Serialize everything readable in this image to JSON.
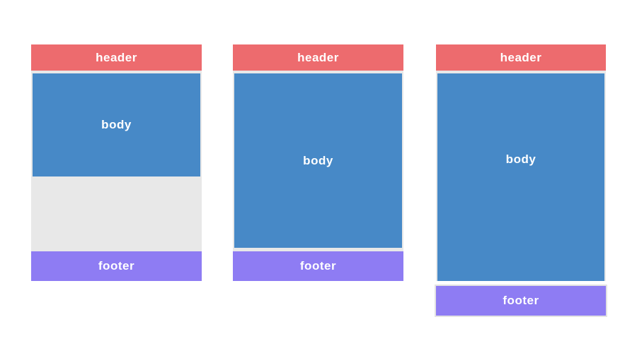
{
  "colors": {
    "header": "#ed6b6e",
    "body": "#4789c7",
    "footer": "#8e7cf3",
    "panel_bg": "#e8e8e8",
    "page_bg": "#ffffff",
    "overflow_ring": "#e3e3e3",
    "label_text": "#ffffff"
  },
  "panels": [
    {
      "variant": "short-content-sticky-footer",
      "header_label": "header",
      "body_label": "body",
      "footer_label": "footer"
    },
    {
      "variant": "filled-content",
      "header_label": "header",
      "body_label": "body",
      "footer_label": "footer"
    },
    {
      "variant": "overflowing-content",
      "header_label": "header",
      "body_label": "body",
      "footer_label": "footer"
    }
  ]
}
